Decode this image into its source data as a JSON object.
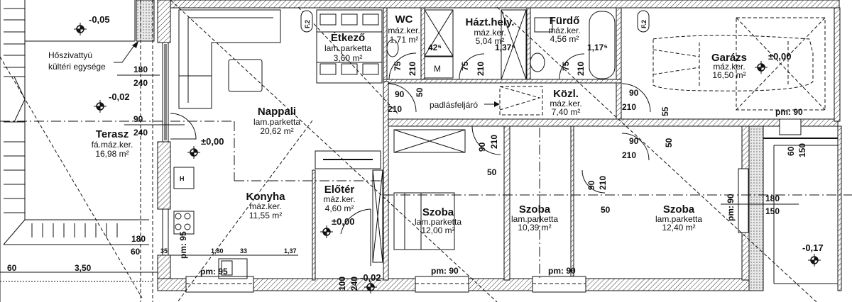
{
  "rooms": [
    {
      "name": "Étkező",
      "finish": "lam.parketta",
      "area": "3,60 m²"
    },
    {
      "name": "WC",
      "finish": "máz.ker.",
      "area": "1,71 m²"
    },
    {
      "name": "Házt.hely.",
      "finish": "máz.ker.",
      "area": "5,04 m²"
    },
    {
      "name": "Fürdő",
      "finish": "máz.ker.",
      "area": "4,56 m²"
    },
    {
      "name": "Nappali",
      "finish": "lam.parketta",
      "area": "20,62 m²"
    },
    {
      "name": "Közl.",
      "finish": "máz.ker.",
      "area": "7,40 m²"
    },
    {
      "name": "Garázs",
      "finish": "máz.ker.",
      "area": "16,50 m²"
    },
    {
      "name": "Terasz",
      "finish": "fá.máz.ker.",
      "area": "16,98 m²"
    },
    {
      "name": "Konyha",
      "finish": "máz.ker.",
      "area": "11,55 m²"
    },
    {
      "name": "Előtér",
      "finish": "máz.ker.",
      "area": "4,60 m²"
    },
    {
      "name": "Szoba",
      "finish": "lam.parketta",
      "area": "12,00 m²"
    },
    {
      "name": "Szoba",
      "finish": "lam.parketta",
      "area": "10,39 m²"
    },
    {
      "name": "Szoba",
      "finish": "lam.parketta",
      "area": "12,40 m²"
    }
  ],
  "levels": [
    "-0,05",
    "-0,02",
    "±0,00",
    "±0,00",
    "-0,02",
    "-0,17",
    "±0,00"
  ],
  "annotations": {
    "heat_pump_line1": "Hőszivattyú",
    "heat_pump_line2": "kültéri egysége",
    "attic_access": "padlásfeljáró",
    "section_mark": "F.2",
    "appliance_h": "H",
    "appliance_m": "M"
  },
  "dimensions": [
    "180",
    "240",
    "90",
    "240",
    "42⁵",
    "1,37⁵",
    "1,17⁵",
    "75",
    "210",
    "75",
    "210",
    "75",
    "210",
    "90",
    "50",
    "210",
    "90",
    "210",
    "55",
    "90",
    "210",
    "50",
    "90",
    "210",
    "50",
    "90",
    "210",
    "50",
    "pm: 90",
    "60",
    "150",
    "pm: 90",
    "180",
    "150",
    "180",
    "60",
    "60",
    "3,50",
    "1,80",
    "33",
    "1,37",
    "35",
    "pm: 95",
    "pm: 95",
    "pm: 90",
    "pm: 90",
    "100",
    "240"
  ]
}
